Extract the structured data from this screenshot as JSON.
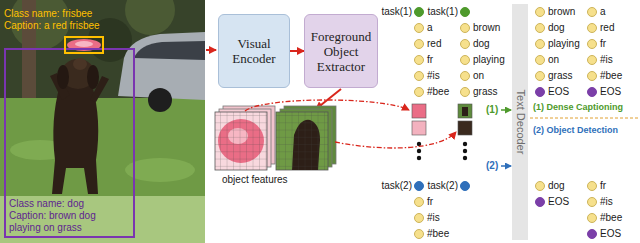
{
  "diagram": {
    "nodes": [
      {
        "text": [
          "Class name: dog",
          "Caption: brown dog playing on grass"
        ]
      },
      {
        "text": [
          "Class name: frisbee",
          "Caption: a red frisbee"
        ]
      },
      {
        "text": [
          "Visual Encoder"
        ]
      },
      {
        "text": [
          "Foreground Object Extractor"
        ]
      },
      {
        "text": [
          "Text Decoder"
        ]
      }
    ],
    "edges": [
      {
        "from": 2,
        "to": 3,
        "arrow": "to"
      }
    ],
    "labels": [
      "object features",
      "task(1)",
      "a",
      "red",
      "fr",
      "#is",
      "#bee",
      "task(1)",
      "brown",
      "dog",
      "playing",
      "on",
      "grass",
      "task(2)",
      "fr",
      "#is",
      "#bee",
      "task(2)",
      "(1)",
      "(2)",
      "brown",
      "dog",
      "playing",
      "on",
      "grass",
      "EOS",
      "a",
      "red",
      "fr",
      "#is",
      "#bee",
      "EOS",
      "(1) Dense Captioning",
      "(2) Object Detection",
      "dog",
      "EOS",
      "fr",
      "#is",
      "#bee",
      "EOS"
    ]
  }
}
